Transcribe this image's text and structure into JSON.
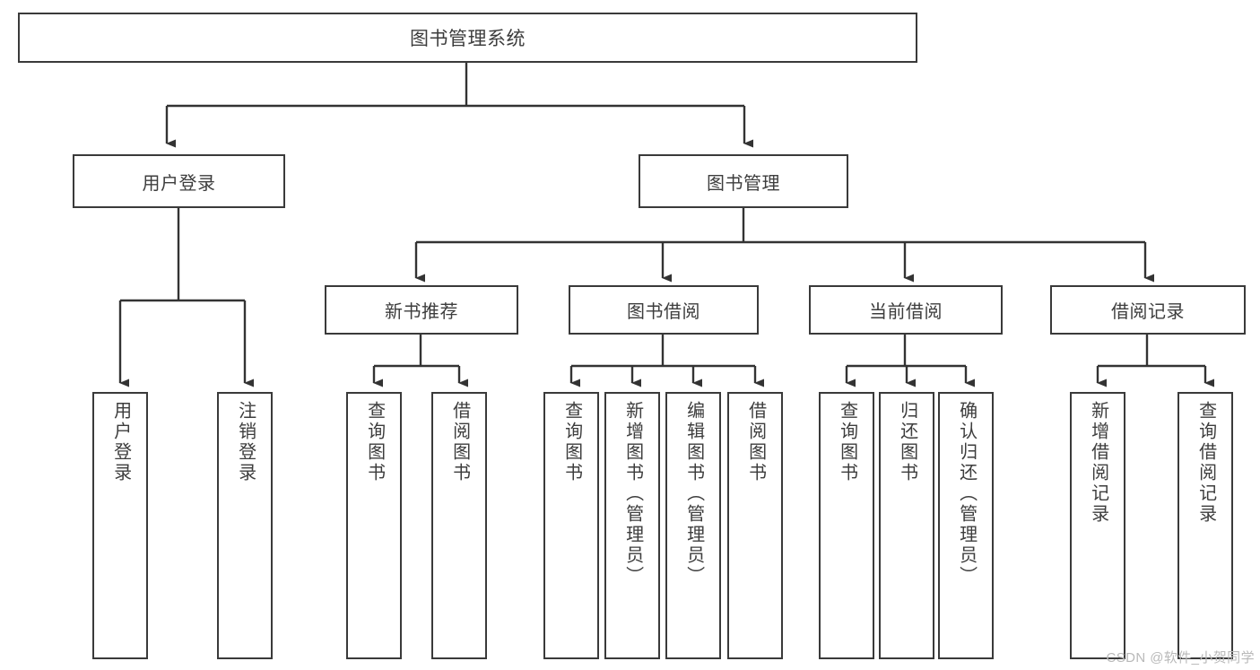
{
  "diagram": {
    "title": "图书管理系统",
    "type": "tree-hierarchy-chart",
    "watermark": "CSDN @软件_小贺同学",
    "colors": {
      "stroke": "#3a3a3a",
      "text": "#3d3d3d",
      "background": "#ffffff",
      "watermark": "#b9b9b9"
    },
    "root": {
      "label": "图书管理系统"
    },
    "level1": [
      {
        "label": "用户登录"
      },
      {
        "label": "图书管理"
      }
    ],
    "level2": [
      {
        "label": "新书推荐"
      },
      {
        "label": "图书借阅"
      },
      {
        "label": "当前借阅"
      },
      {
        "label": "借阅记录"
      }
    ],
    "leaves": {
      "user_login": [
        {
          "label": "用户登录"
        },
        {
          "label": "注销登录"
        }
      ],
      "new_book": [
        {
          "label": "查询图书"
        },
        {
          "label": "借阅图书"
        }
      ],
      "book_borrow": [
        {
          "label": "查询图书"
        },
        {
          "label": "新增图书（管理员）"
        },
        {
          "label": "编辑图书（管理员）"
        },
        {
          "label": "借阅图书"
        }
      ],
      "current_borrow": [
        {
          "label": "查询图书"
        },
        {
          "label": "归还图书"
        },
        {
          "label": "确认归还（管理员）"
        }
      ],
      "borrow_record": [
        {
          "label": "新增借阅记录"
        },
        {
          "label": "查询借阅记录"
        }
      ]
    }
  }
}
